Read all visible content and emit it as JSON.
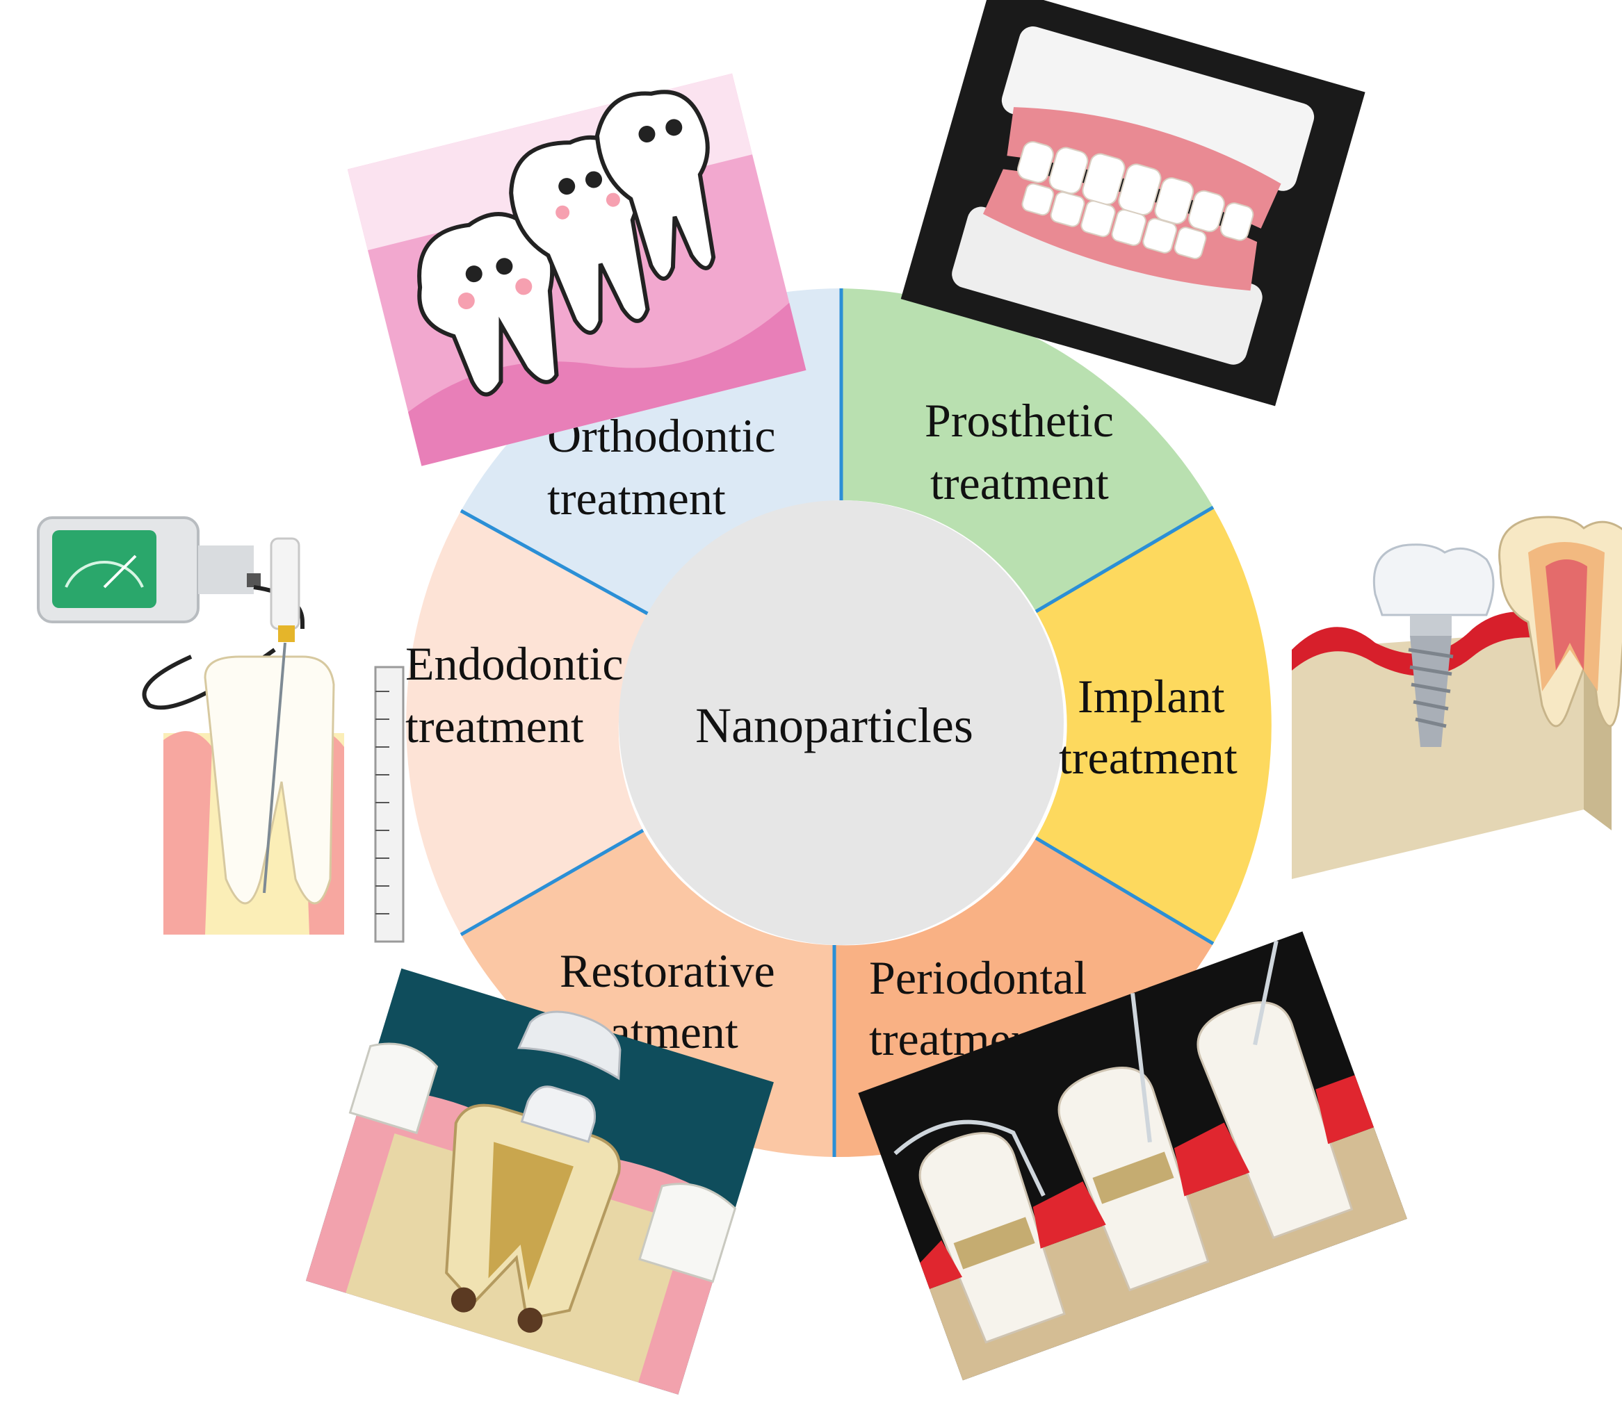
{
  "center": {
    "label": "Nanoparticles",
    "color": "#e6e6e6"
  },
  "segments": [
    {
      "id": "orthodontic",
      "line1": "Orthodontic",
      "line2": "treatment",
      "color": "#dce9f5"
    },
    {
      "id": "prosthetic",
      "line1": "Prosthetic",
      "line2": "treatment",
      "color": "#b9e0b0"
    },
    {
      "id": "implant",
      "line1": "Implant",
      "line2": "treatment",
      "color": "#fdd95e"
    },
    {
      "id": "periodontal",
      "line1": "Periodontal",
      "line2": "treatment",
      "color": "#f9b184"
    },
    {
      "id": "restorative",
      "line1": "Restorative",
      "line2": "treatment",
      "color": "#fbc7a4"
    },
    {
      "id": "endodontic",
      "line1": "Endodontic",
      "line2": "treatment",
      "color": "#fde3d6"
    }
  ],
  "divider_color": "#2b8fd6",
  "illustrations": [
    {
      "id": "orthodontic",
      "icon": "crooked-teeth-cartoon-icon"
    },
    {
      "id": "prosthetic",
      "icon": "denture-model-icon"
    },
    {
      "id": "implant",
      "icon": "dental-implant-cross-section-icon"
    },
    {
      "id": "periodontal",
      "icon": "periodontal-scaling-icon"
    },
    {
      "id": "restorative",
      "icon": "tooth-crown-restoration-icon"
    },
    {
      "id": "endodontic",
      "icon": "root-canal-apex-locator-icon"
    }
  ]
}
